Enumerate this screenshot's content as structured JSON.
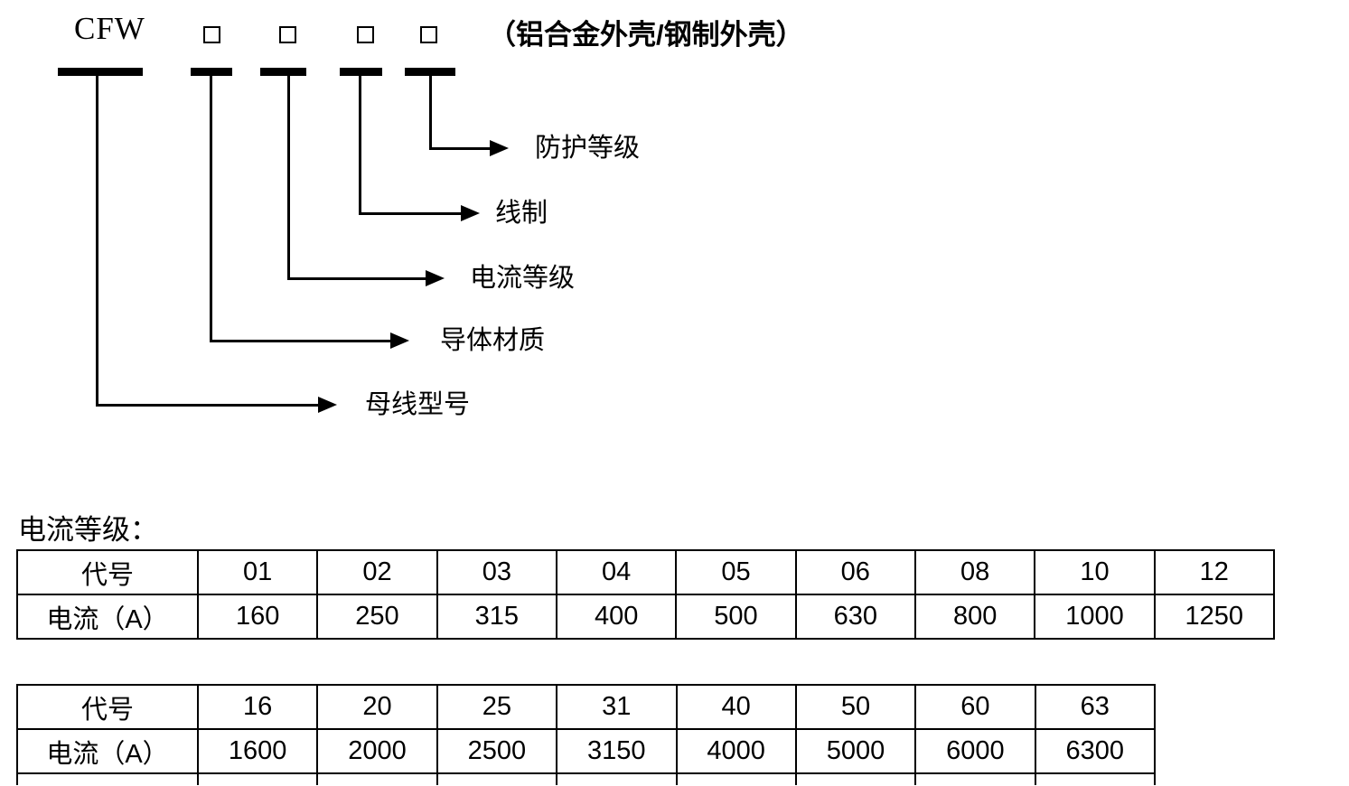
{
  "diagram": {
    "model_code": "CFW",
    "placeholders": [
      "□",
      "□",
      "□",
      "□"
    ],
    "enclosure_note": "（铝合金外壳/钢制外壳）",
    "labels": [
      {
        "text": "防护等级"
      },
      {
        "text": "线制"
      },
      {
        "text": "电流等级"
      },
      {
        "text": "导体材质"
      },
      {
        "text": "母线型号"
      }
    ]
  },
  "section": {
    "heading": "电流等级："
  },
  "tables": [
    {
      "header_code": "代号",
      "header_current": "电流（A）",
      "codes": [
        "01",
        "02",
        "03",
        "04",
        "05",
        "06",
        "08",
        "10",
        "12"
      ],
      "currents": [
        "160",
        "250",
        "315",
        "400",
        "500",
        "630",
        "800",
        "1000",
        "1250"
      ]
    },
    {
      "header_code": "代号",
      "header_current": "电流（A）",
      "codes": [
        "16",
        "20",
        "25",
        "31",
        "40",
        "50",
        "60",
        "63"
      ],
      "currents": [
        "1600",
        "2000",
        "2500",
        "3150",
        "4000",
        "5000",
        "6000",
        "6300"
      ]
    }
  ],
  "colors": {
    "ink": "#000000",
    "background": "#ffffff"
  }
}
